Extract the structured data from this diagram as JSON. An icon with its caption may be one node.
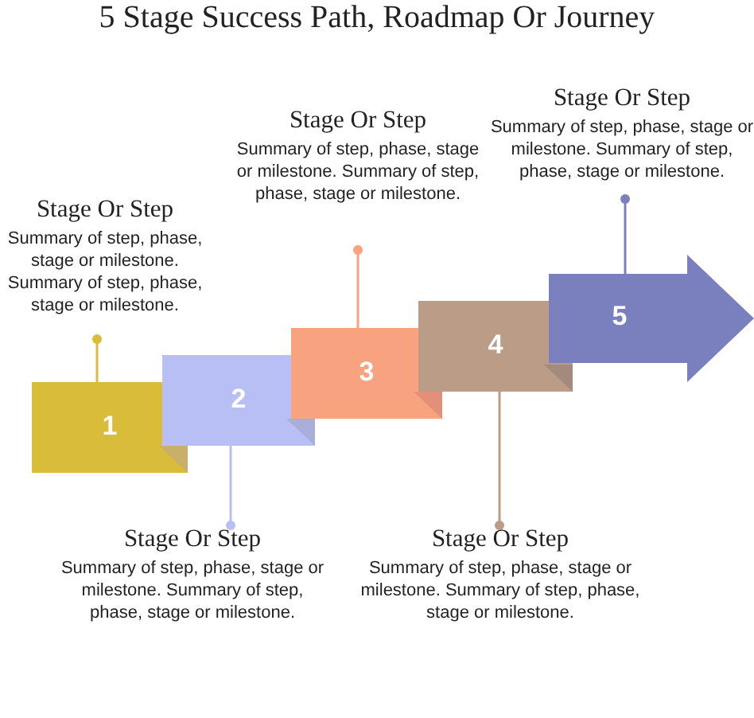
{
  "diagram": {
    "title": "5 Stage Success Path, Roadmap Or Journey",
    "nodes": [
      {
        "text": [
          "1"
        ]
      },
      {
        "text": [
          "2"
        ]
      },
      {
        "text": [
          "3"
        ]
      },
      {
        "text": [
          "4"
        ]
      },
      {
        "text": [
          "5"
        ]
      },
      {
        "text": [
          "Stage Or Step",
          "Summary of step, phase, stage or milestone. Summary of step, phase, stage or milestone."
        ]
      },
      {
        "text": [
          "Stage Or Step",
          "Summary of step, phase, stage or milestone. Summary of step, phase, stage or milestone."
        ]
      },
      {
        "text": [
          "Stage Or Step",
          "Summary of step, phase, stage or milestone. Summary of step, phase, stage or milestone."
        ]
      },
      {
        "text": [
          "Stage Or Step",
          "Summary of step, phase, stage or milestone. Summary of step, phase, stage or milestone."
        ]
      },
      {
        "text": [
          "Stage Or Step",
          "Summary of step, phase, stage or milestone. Summary of step, phase, stage or milestone."
        ]
      }
    ],
    "edges": [
      {
        "from": 5,
        "to": 0,
        "arrow": "other",
        "color": "#d9bc3a"
      },
      {
        "from": 6,
        "to": 1,
        "arrow": "other",
        "color": "#b7bff5"
      },
      {
        "from": 7,
        "to": 2,
        "arrow": "other",
        "color": "#f9a27f"
      },
      {
        "from": 8,
        "to": 3,
        "arrow": "other",
        "color": "#bb9c86"
      },
      {
        "from": 9,
        "to": 4,
        "arrow": "other",
        "color": "#7a80bd"
      }
    ]
  }
}
